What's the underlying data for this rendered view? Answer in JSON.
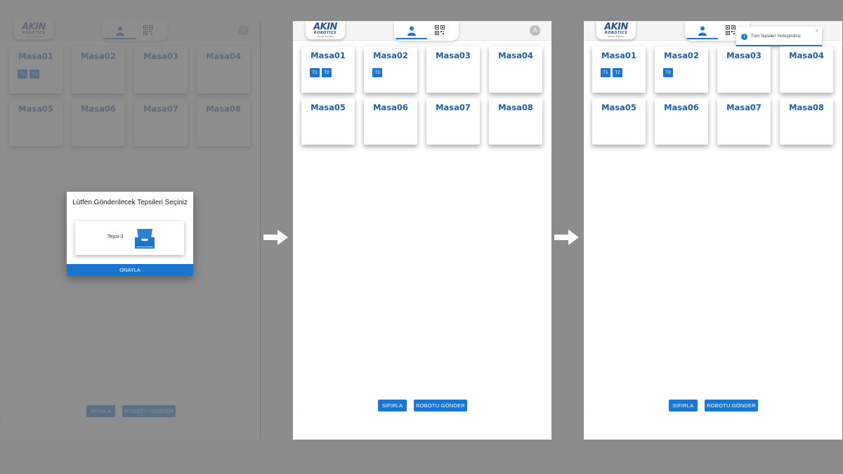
{
  "logo": {
    "main": "AKIN",
    "sub": "ROBOTICS",
    "tag": "Robotic Solutions"
  },
  "avatar_letter": "A",
  "tables": [
    {
      "name": "Masa01"
    },
    {
      "name": "Masa02"
    },
    {
      "name": "Masa03"
    },
    {
      "name": "Masa04"
    },
    {
      "name": "Masa05"
    },
    {
      "name": "Masa06"
    },
    {
      "name": "Masa07"
    },
    {
      "name": "Masa08"
    }
  ],
  "screens": [
    {
      "tags": {
        "Masa01": [
          "T1",
          "T2"
        ]
      }
    },
    {
      "tags": {
        "Masa01": [
          "T1",
          "T2"
        ],
        "Masa02": [
          "T3"
        ]
      }
    },
    {
      "tags": {
        "Masa01": [
          "T1",
          "T2"
        ],
        "Masa02": [
          "T3"
        ]
      }
    }
  ],
  "buttons": {
    "reset": "SIFIRLA",
    "send": "ROBOTU GÖNDER"
  },
  "dialog": {
    "title": "Lütfen Gönderilecek Tepsileri Seçiniz",
    "tray_label": "Tepsi-3",
    "confirm": "ONAYLA"
  },
  "toast": {
    "message": "Tüm Tepsileri Yerleştirdiniz",
    "close": "×"
  },
  "colors": {
    "primary": "#1976d2",
    "title_blue": "#1e5ea8",
    "backdrop": "#8c8c8c",
    "overlay": "#6e6e6e"
  }
}
